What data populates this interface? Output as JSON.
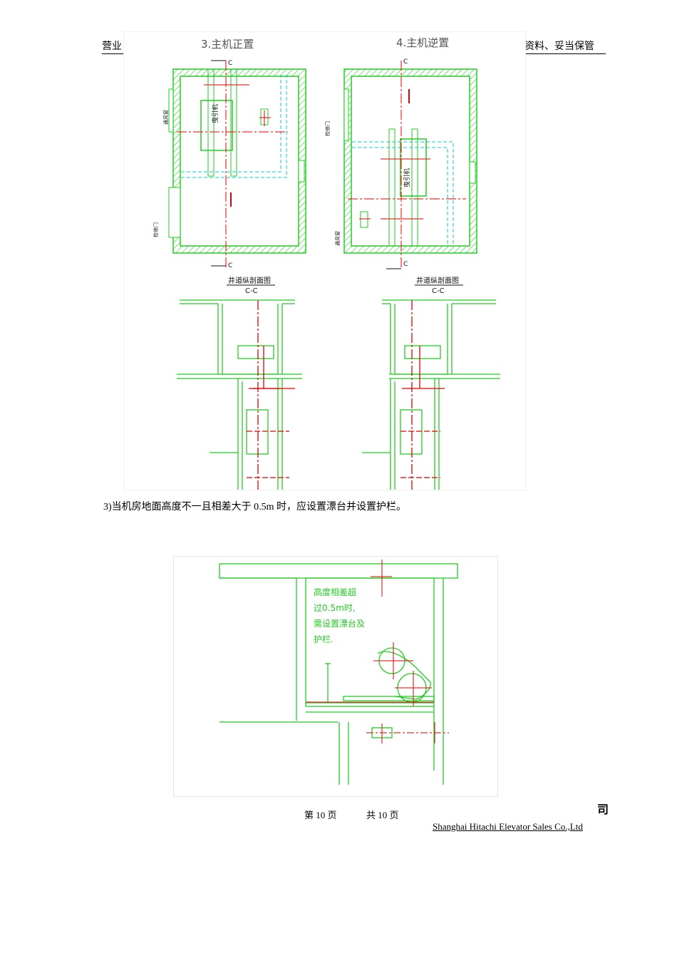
{
  "header": {
    "left_text": "营业",
    "right_text": "关资料、妥当保管"
  },
  "figure1": {
    "left_title": "3.主机正置",
    "right_title": "4.主机逆置",
    "section_marker": "C",
    "left_plan_label": "井道纵剖面图",
    "right_plan_label": "井道纵剖面图",
    "left_section_label": "C-C",
    "right_section_label": "C-C",
    "left_side_label_1": "通风窗",
    "left_side_label_2": "检修门",
    "right_side_label_1": "检修门",
    "right_side_label_2": "通风窗",
    "center_label": "曳引机",
    "colors": {
      "wall": "#22cc22",
      "center": "#e00000",
      "dashed": "#00cccc",
      "text": "#111111"
    }
  },
  "paragraph": "3)当机房地面高度不一且相差大于  0.5m 时，应设置漂台并设置护栏。",
  "figure2": {
    "note_lines": [
      "高度相差超",
      "过0.5m时,",
      "需设置漂台及",
      "护栏."
    ]
  },
  "footer": {
    "page_label": "第 10  页",
    "total_label": "共 10  页",
    "tail_char": "司",
    "company": "Shanghai Hitachi Elevator Sales Co.,Ltd"
  }
}
